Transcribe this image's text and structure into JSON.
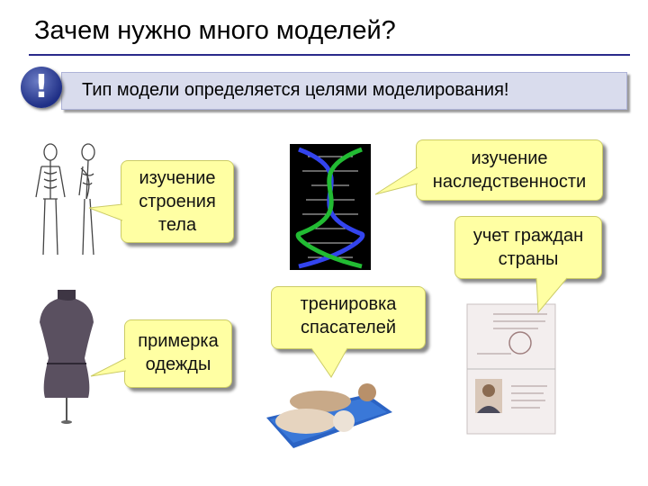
{
  "title": "Зачем нужно много моделей?",
  "banner": {
    "icon": "exclamation-icon",
    "mark": "!",
    "text": "Тип модели определяется целями моделирования!"
  },
  "bubbles": {
    "body_structure": "изучение\nстроения\nтела",
    "clothes_fitting": "примерка\nодежды",
    "heredity": "изучение\nнаследственности",
    "citizens": "учет граждан\nстраны",
    "rescuers": "тренировка\nспасателей"
  },
  "colors": {
    "bubble": "#ffffa3",
    "banner": "#d9dced",
    "accent": "#1f2f86"
  }
}
